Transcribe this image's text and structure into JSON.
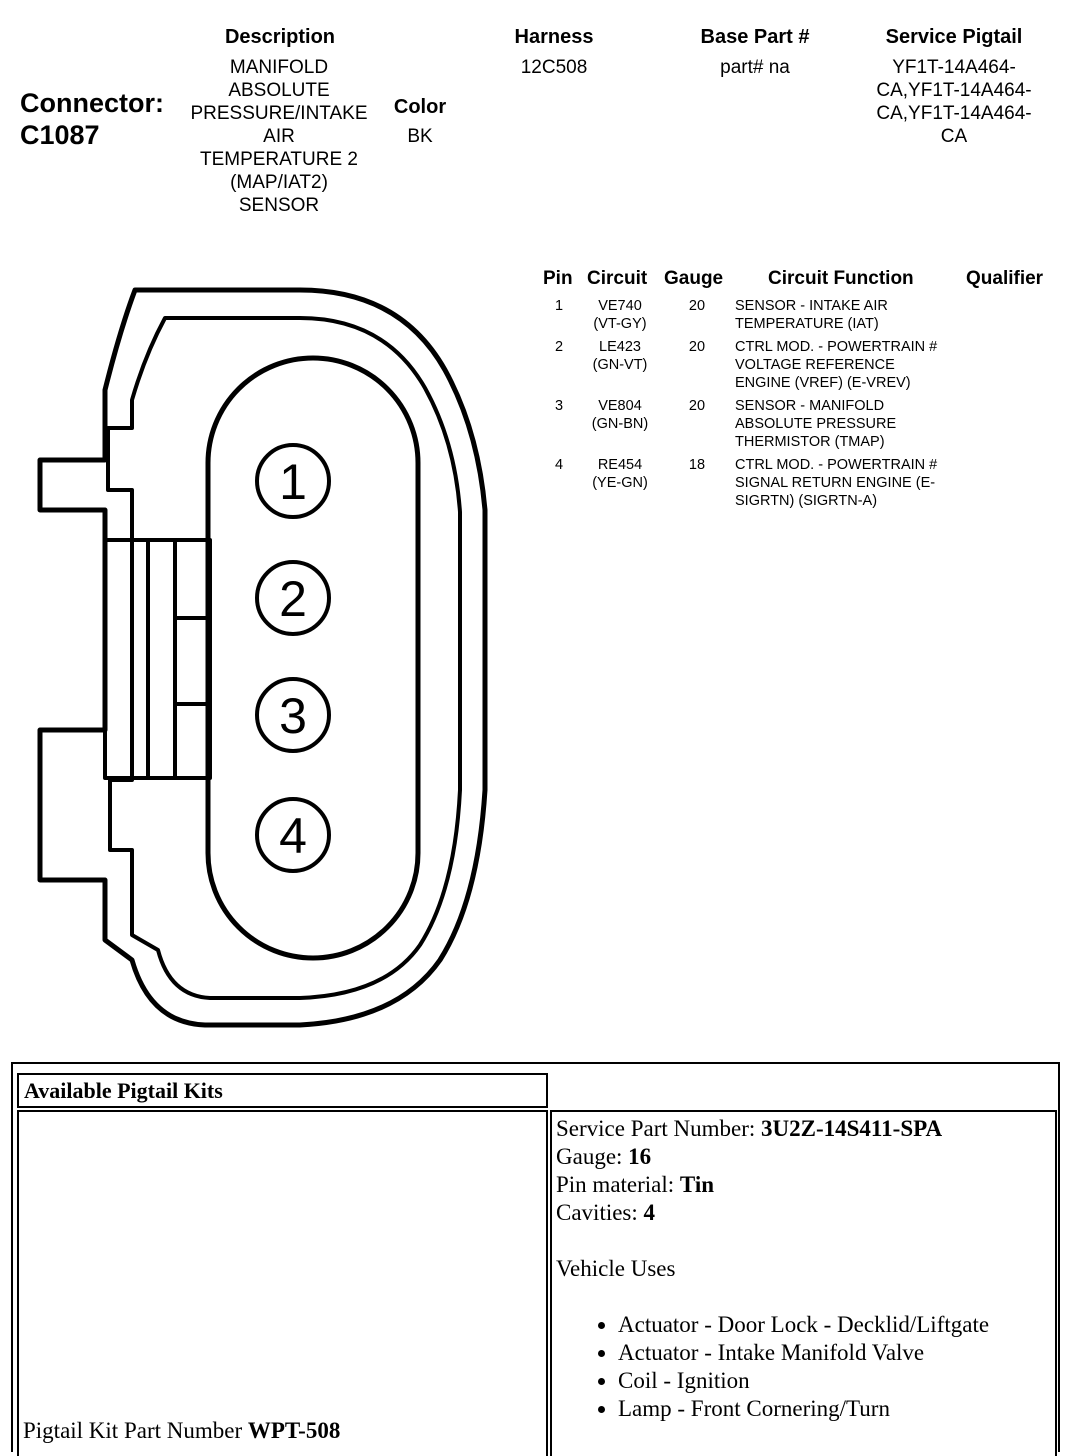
{
  "connector": {
    "label": "Connector:",
    "id": "C1087"
  },
  "header": {
    "description_label": "Description",
    "description_lines": [
      "MANIFOLD",
      "ABSOLUTE",
      "PRESSURE/INTAKE",
      "AIR",
      "TEMPERATURE 2",
      "(MAP/IAT2)",
      "SENSOR"
    ],
    "color_label": "Color",
    "color_value": "BK",
    "harness_label": "Harness",
    "harness_value": "12C508",
    "base_part_label": "Base Part #",
    "base_part_value": "part# na",
    "service_pigtail_label": "Service Pigtail",
    "service_pigtail_lines": [
      "YF1T-14A464-",
      "CA,YF1T-14A464-",
      "CA,YF1T-14A464-",
      "CA"
    ]
  },
  "pin_table": {
    "headers": [
      "Pin",
      "Circuit",
      "Gauge",
      "Circuit Function",
      "Qualifier"
    ],
    "rows": [
      {
        "pin": "1",
        "circuit": [
          "VE740",
          "(VT-GY)"
        ],
        "gauge": "20",
        "function": [
          "SENSOR - INTAKE AIR",
          "TEMPERATURE (IAT)"
        ]
      },
      {
        "pin": "2",
        "circuit": [
          "LE423",
          "(GN-VT)"
        ],
        "gauge": "20",
        "function": [
          "CTRL MOD. - POWERTRAIN #",
          "VOLTAGE REFERENCE",
          "ENGINE (VREF) (E-VREV)"
        ]
      },
      {
        "pin": "3",
        "circuit": [
          "VE804",
          "(GN-BN)"
        ],
        "gauge": "20",
        "function": [
          "SENSOR - MANIFOLD",
          "ABSOLUTE PRESSURE",
          "THERMISTOR (TMAP)"
        ]
      },
      {
        "pin": "4",
        "circuit": [
          "RE454",
          "(YE-GN)"
        ],
        "gauge": "18",
        "function": [
          "CTRL MOD. - POWERTRAIN #",
          "SIGNAL RETURN ENGINE (E-",
          "SIGRTN) (SIGRTN-A)"
        ]
      }
    ]
  },
  "diagram": {
    "pin_labels": [
      "1",
      "2",
      "3",
      "4"
    ]
  },
  "pigtail": {
    "title": "Available Pigtail Kits",
    "kit_label": "Pigtail Kit Part Number",
    "kit_number": "WPT-508",
    "service_part_label": "Service Part Number:",
    "service_part_value": "3U2Z-14S411-SPA",
    "gauge_label": "Gauge:",
    "gauge_value": "16",
    "pin_material_label": "Pin material:",
    "pin_material_value": "Tin",
    "cavities_label": "Cavities:",
    "cavities_value": "4",
    "vehicle_uses_label": "Vehicle Uses",
    "uses": [
      "Actuator - Door Lock - Decklid/Liftgate",
      "Actuator - Intake Manifold Valve",
      "Coil - Ignition",
      "Lamp - Front Cornering/Turn"
    ]
  }
}
